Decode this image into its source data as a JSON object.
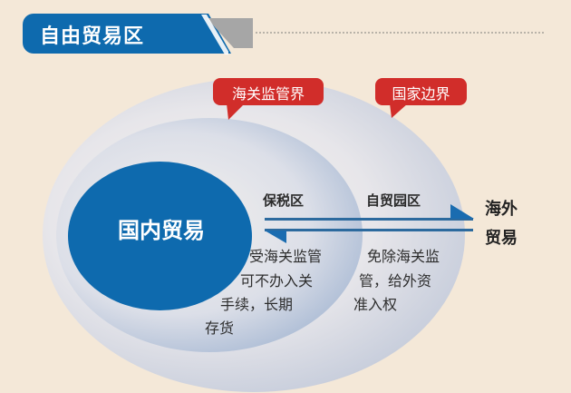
{
  "header": {
    "title": "自由贸易区"
  },
  "colors": {
    "brand_blue": "#0e6aae",
    "callout_red": "#d12d2a",
    "background": "#f4e8d8"
  },
  "callouts": [
    {
      "label": "海关监管界"
    },
    {
      "label": "国家边界"
    }
  ],
  "zones": {
    "inner": {
      "label": "国内贸易"
    },
    "bonded": {
      "label": "保税区",
      "description": [
        "受海关监管",
        "可不办入关",
        "手续，长期",
        "存货"
      ]
    },
    "ftz": {
      "label": "自贸园区",
      "description": [
        "免除海关监",
        "管，给外资",
        "准入权"
      ]
    },
    "overseas": {
      "label_line1": "海外",
      "label_line2": "贸易"
    }
  }
}
